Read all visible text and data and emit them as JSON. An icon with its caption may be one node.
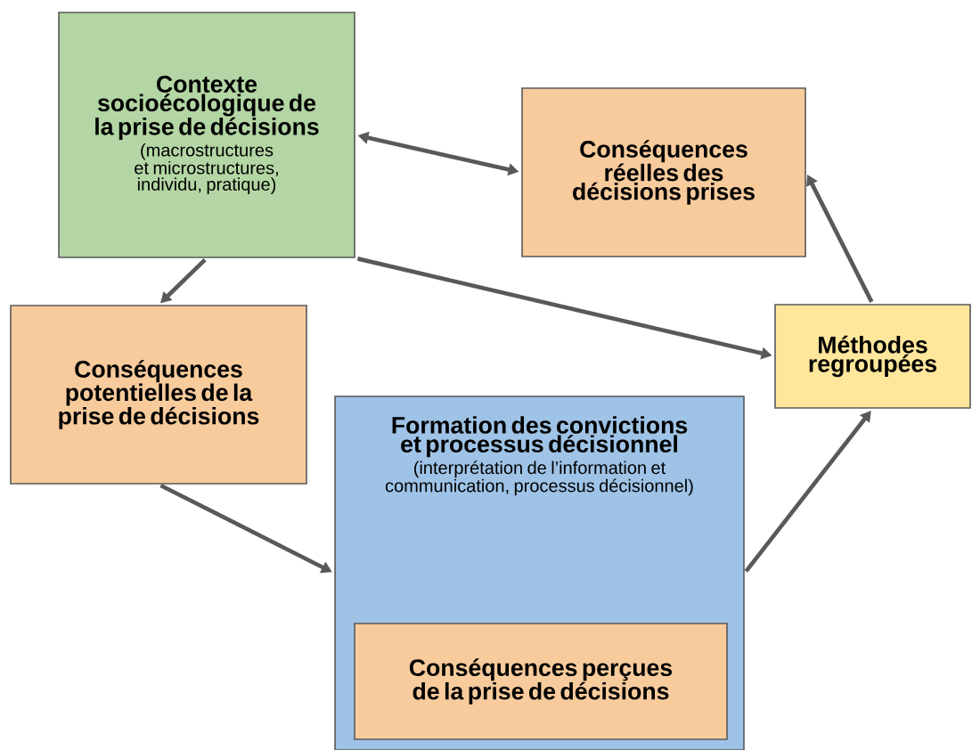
{
  "diagram": {
    "nodes": [
      {
        "text": [
          "Contexte socioécologique de la prise de décisions",
          "(macrostructures et microstructures, individu, pratique)"
        ]
      },
      {
        "text": [
          "Conséquences réelles des décisions prises"
        ]
      },
      {
        "text": [
          "Conséquences potentielles de la prise de décisions"
        ]
      },
      {
        "text": [
          "Méthodes regroupées"
        ]
      },
      {
        "text": [
          "Formation des convictions et processus décisionnel",
          "(interprétation de l’information et communication, processus décisionnel)"
        ]
      },
      {
        "text": [
          "Conséquences perçues de la prise de décisions"
        ],
        "in": 4
      }
    ],
    "edges": [
      {
        "from": 0,
        "to": 1,
        "arrow": "both"
      },
      {
        "from": 0,
        "to": 2,
        "arrow": "to"
      },
      {
        "from": 0,
        "to": 3,
        "arrow": "to"
      },
      {
        "from": 2,
        "to": 4,
        "arrow": "to"
      },
      {
        "from": 4,
        "to": 3,
        "arrow": "to"
      },
      {
        "from": 3,
        "to": 1,
        "arrow": "to"
      }
    ]
  }
}
